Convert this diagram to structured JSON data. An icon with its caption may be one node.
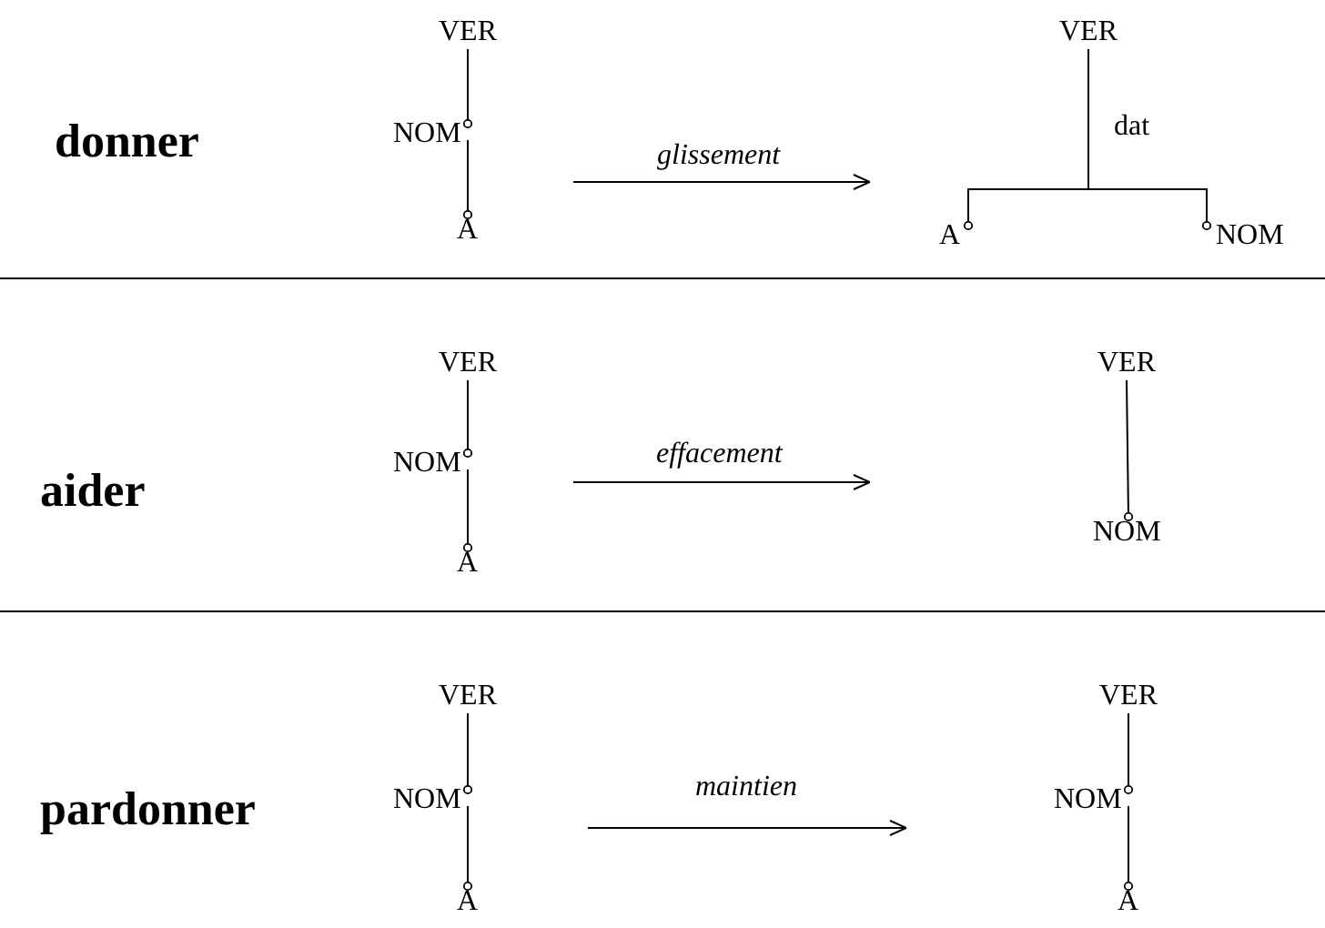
{
  "diagram": {
    "nodes": [
      {
        "text": [
          "VER"
        ]
      },
      {
        "text": [
          "NOM"
        ]
      },
      {
        "text": [
          "A"
        ]
      },
      {
        "text": [
          "VER"
        ]
      },
      {
        "text": [
          "A"
        ]
      },
      {
        "text": [
          "NOM"
        ]
      },
      {
        "text": [
          "VER"
        ]
      },
      {
        "text": [
          "NOM"
        ]
      },
      {
        "text": [
          "A"
        ]
      },
      {
        "text": [
          "VER"
        ]
      },
      {
        "text": [
          "NOM"
        ]
      },
      {
        "text": [
          "VER"
        ]
      },
      {
        "text": [
          "NOM"
        ]
      },
      {
        "text": [
          "A"
        ]
      },
      {
        "text": [
          "VER"
        ]
      },
      {
        "text": [
          "NOM"
        ]
      },
      {
        "text": [
          "A"
        ]
      }
    ],
    "edges": [
      {
        "from": 0,
        "to": 1,
        "arrow": "other"
      },
      {
        "from": 1,
        "to": 2,
        "arrow": "other"
      },
      {
        "from": 3,
        "to": 4,
        "arrow": "other",
        "label": "dat"
      },
      {
        "from": 3,
        "to": 5,
        "arrow": "other"
      },
      {
        "from": 6,
        "to": 7,
        "arrow": "other"
      },
      {
        "from": 7,
        "to": 8,
        "arrow": "other"
      },
      {
        "from": 9,
        "to": 10,
        "arrow": "other"
      },
      {
        "from": 11,
        "to": 12,
        "arrow": "other"
      },
      {
        "from": 12,
        "to": 13,
        "arrow": "other"
      },
      {
        "from": 14,
        "to": 15,
        "arrow": "other"
      },
      {
        "from": 15,
        "to": 16,
        "arrow": "other"
      }
    ],
    "labels": [
      "donner",
      "glissement",
      "aider",
      "effacement",
      "pardonner",
      "maintien"
    ]
  }
}
